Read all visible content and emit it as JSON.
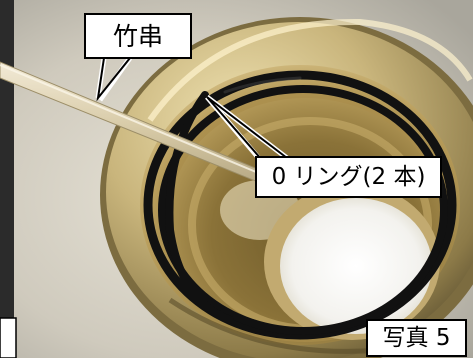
{
  "labels": {
    "skewer": "竹串",
    "o_ring": "0 リング(2 本)",
    "photo_number": "写真 5"
  }
}
